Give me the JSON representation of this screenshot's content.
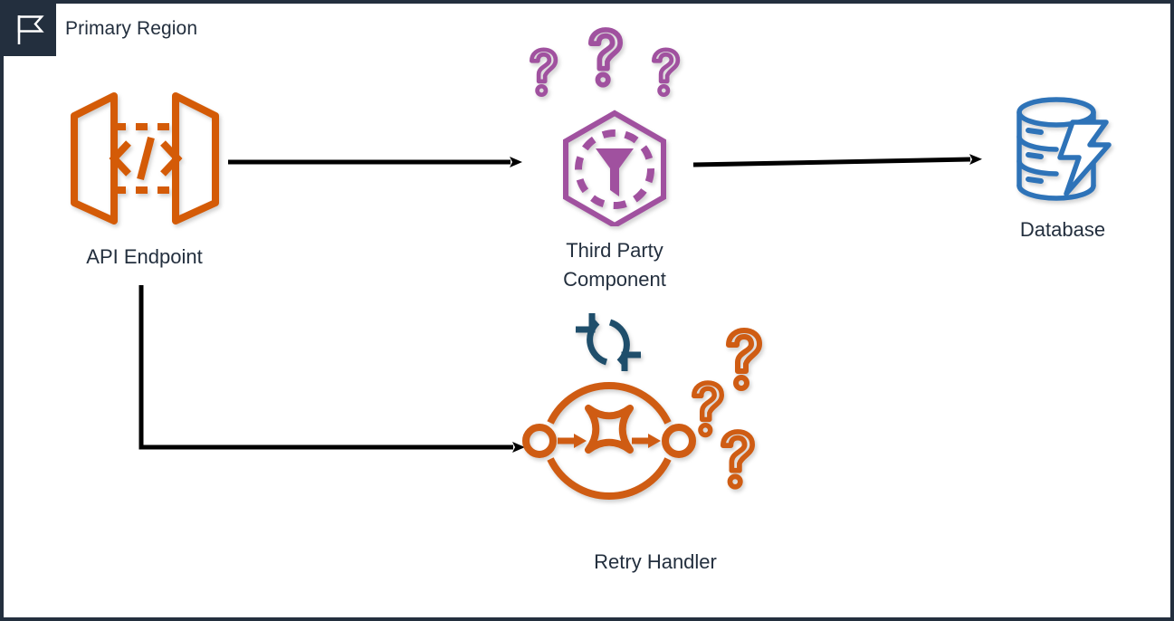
{
  "diagram": {
    "type": "architecture-diagram",
    "title": "Primary Region",
    "background_color": "#FFFFFF",
    "border_color": "#232F3E",
    "region_flag_icon": "flag-icon",
    "colors": {
      "region_header": "#232F3E",
      "label_text": "#232F3E",
      "api_orange": "#D45B07",
      "third_party_purple": "#A0519F",
      "database_blue": "#2E73B8",
      "retry_orange": "#CF5C13",
      "retry_symbol_navy": "#1F4E6B",
      "connector_black": "#000000"
    },
    "nodes": [
      {
        "id": "api-endpoint",
        "label": "API Endpoint",
        "icon": "api-gateway-icon",
        "icon_color": "#D45B07"
      },
      {
        "id": "third-party-component",
        "label": "Third Party\nComponent",
        "icon": "hexagon-filter-icon",
        "icon_color": "#A0519F",
        "decoration": "three-question-marks"
      },
      {
        "id": "database",
        "label": "Database",
        "icon": "database-lightning-icon",
        "icon_color": "#2E73B8"
      },
      {
        "id": "retry-handler",
        "label": "Retry Handler",
        "icon": "resilience-circle-icon",
        "icon_color": "#CF5C13",
        "decoration": "three-question-marks",
        "badge": "retry-refresh-icon"
      }
    ],
    "connectors": [
      {
        "id": "api-to-third",
        "from": "api-endpoint",
        "to": "third-party-component",
        "style": "straight-arrow"
      },
      {
        "id": "third-to-db",
        "from": "third-party-component",
        "to": "database",
        "style": "straight-arrow"
      },
      {
        "id": "api-to-retry",
        "from": "api-endpoint",
        "to": "retry-handler",
        "style": "elbow-arrow"
      }
    ]
  }
}
